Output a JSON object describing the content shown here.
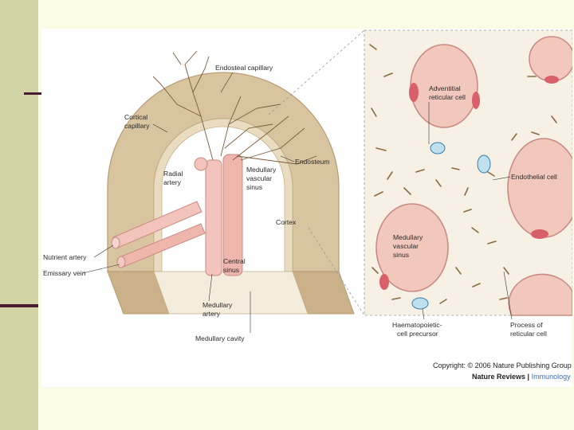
{
  "slide": {
    "colors": {
      "background": "#fbfbe6",
      "sidebar": "#d3d4a6",
      "rule": "#4b1a33"
    }
  },
  "figure": {
    "labels": {
      "endosteal_capillary": "Endosteal capillary",
      "cortical_capillary": [
        "Cortical",
        "capillary"
      ],
      "radial_artery": [
        "Radial",
        "artery"
      ],
      "medullary_vascular_sinus_left": [
        "Medullary",
        "vascular",
        "sinus"
      ],
      "endosteum": "Endosteum",
      "cortex": "Cortex",
      "nutrient_artery": "Nutrient artery",
      "emissary_vein": "Emissary vein",
      "central_sinus": [
        "Central",
        "sinus"
      ],
      "medullary_artery": [
        "Medullary",
        "artery"
      ],
      "medullary_cavity": "Medullary cavity",
      "adventitial_reticular_cell": [
        "Adventitial",
        "reticular cell"
      ],
      "endothelial_cell": "Endothelial cell",
      "medullary_vascular_sinus_right": [
        "Medullary",
        "vascular",
        "sinus"
      ],
      "haematopoietic_cell_precursor": [
        "Haematopoietic-",
        "cell precursor"
      ],
      "process_of_reticular_cell": [
        "Process of",
        "reticular cell"
      ]
    },
    "copyright": "Copyright: © 2006 Nature Publishing Group",
    "journal": "Nature Reviews",
    "journal_section": "Immunology",
    "colors": {
      "bone": "#d9c4a0",
      "vessel": "#f2c4bc",
      "nucleus": "#d9606a",
      "cell_blue": "#7ab8d8"
    }
  }
}
